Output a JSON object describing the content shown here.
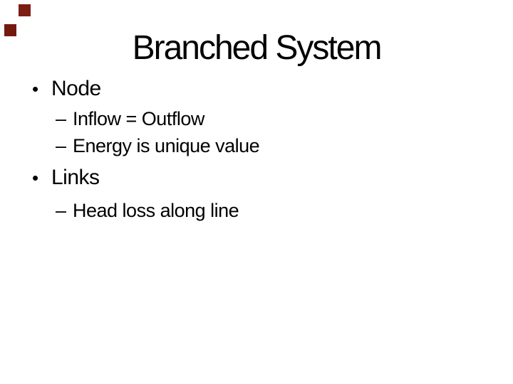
{
  "slide": {
    "title": "Branched System",
    "background": "#ffffff",
    "text_color": "#000000",
    "decor": {
      "square_color_top": "#7d1d12",
      "square_color_bottom": "#731a10"
    },
    "glyphs": {
      "level1_bullet": "•",
      "level2_dash": "–"
    },
    "bullets": [
      {
        "label": "Node",
        "sub": [
          "Inflow = Outflow",
          "Energy is unique value"
        ]
      },
      {
        "label": "Links",
        "sub": [
          "Head loss along line"
        ]
      }
    ]
  }
}
